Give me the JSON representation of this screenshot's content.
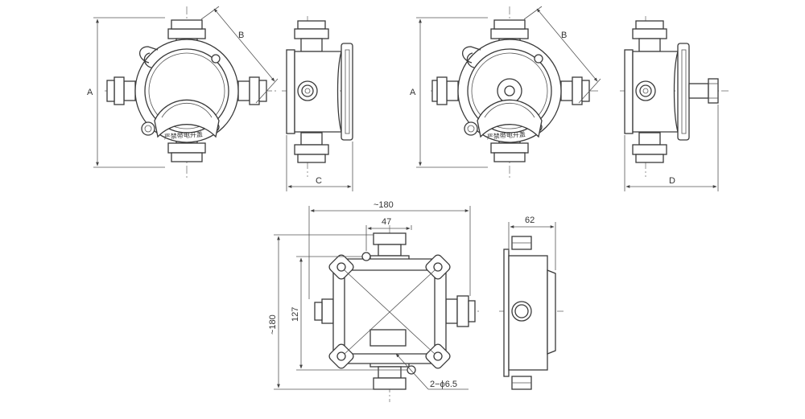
{
  "dimensions": {
    "a": "A",
    "b": "B",
    "c": "C",
    "d": "D",
    "width_total": "~180",
    "height_total": "~180",
    "hole_offset": "47",
    "hole_spacing": "127",
    "depth": "62",
    "holes": "2−ϕ6.5"
  },
  "label": {
    "text": "严禁带电开盖"
  },
  "colors": {
    "line": "#3a3a3a",
    "background": "#ffffff"
  }
}
